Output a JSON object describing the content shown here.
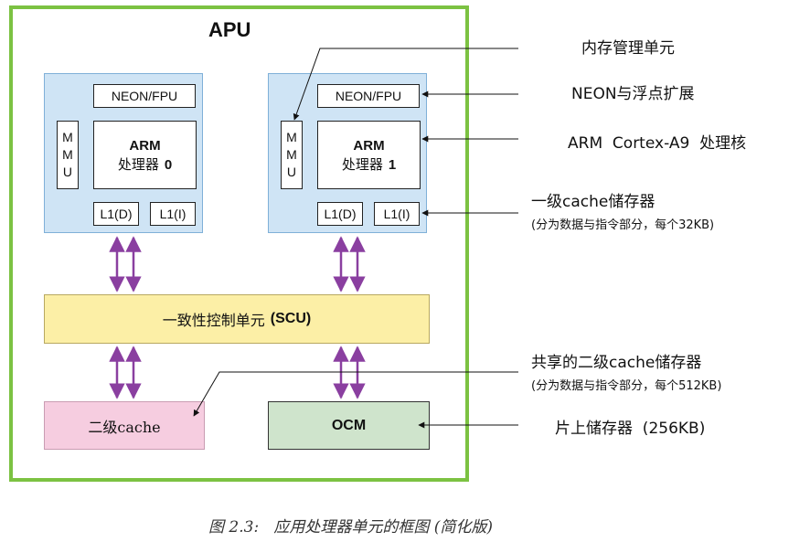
{
  "apu": {
    "title": "APU"
  },
  "cores": [
    {
      "neon": "NEON/FPU",
      "arm_line1": "ARM",
      "arm_line2": "处理器",
      "arm_index": "0",
      "mmu": "M\nM\nU",
      "l1d": "L1(D)",
      "l1i": "L1(I)"
    },
    {
      "neon": "NEON/FPU",
      "arm_line1": "ARM",
      "arm_line2": "处理器",
      "arm_index": "1",
      "mmu": "M\nM\nU",
      "l1d": "L1(D)",
      "l1i": "L1(I)"
    }
  ],
  "scu": {
    "label": "一致性控制单元",
    "abbr": "(SCU)"
  },
  "l2_cache": {
    "label": "二级cache"
  },
  "ocm": {
    "label": "OCM"
  },
  "annotations": {
    "mmu": "内存管理单元",
    "neon": "NEON与浮点扩展",
    "arm_core": "ARM  Cortex-A9  处理核",
    "l1_cache": "一级cache储存器",
    "l1_cache_note": "(分为数据与指令部分，每个32KB)",
    "l2_cache": "共享的二级cache储存器",
    "l2_cache_note": "(分为数据与指令部分，每个512KB)",
    "ocm": "片上储存器  (256KB)"
  },
  "caption": "图 2.3:   应用处理器单元的框图 (简化版)",
  "colors": {
    "apu_border": "#7cc242",
    "core_fill": "#cfe4f5",
    "scu_fill": "#fcefa6",
    "l2_fill": "#f6cde0",
    "ocm_fill": "#cfe4cc",
    "bus_arrow": "#8a3fa0"
  }
}
